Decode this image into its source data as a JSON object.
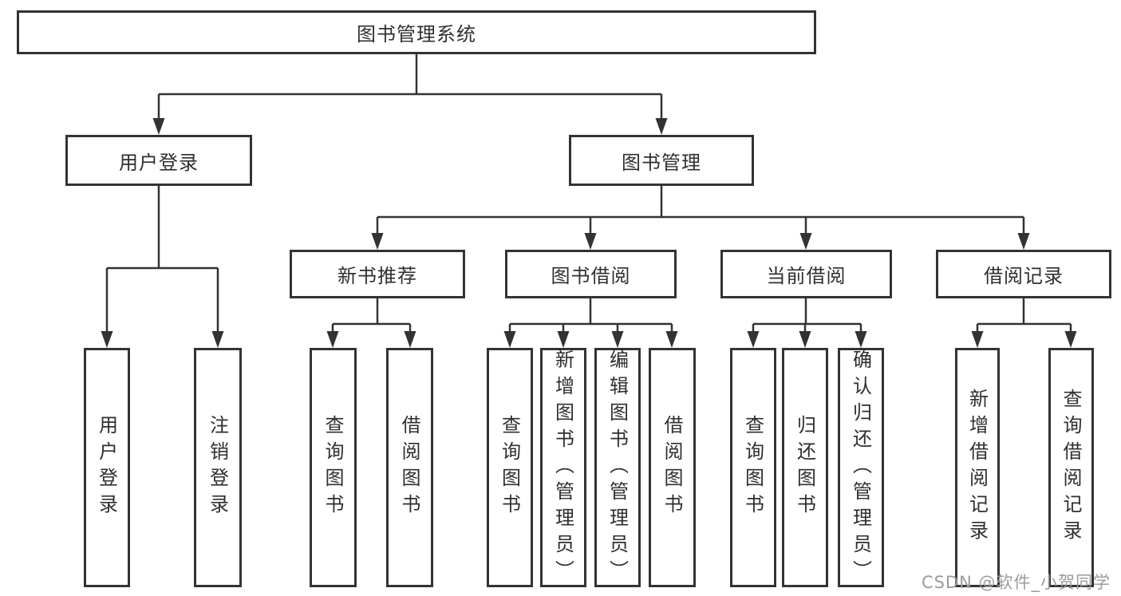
{
  "colors": {
    "line": "#333333",
    "box_border": "#333333",
    "text": "#2f2f2f",
    "watermark_text": "#9b9b9b",
    "background": "#ffffff"
  },
  "nodes": {
    "root": "图书管理系统",
    "user_login": "用户登录",
    "book_mgmt": "图书管理",
    "new_rec": "新书推荐",
    "book_borrow": "图书借阅",
    "cur_borrow": "当前借阅",
    "records": "借阅记录",
    "leaf_user_login": "用户登录",
    "leaf_logout": "注销登录",
    "nr_query": "查询图书",
    "nr_borrow": "借阅图书",
    "bb_query": "查询图书",
    "bb_add": "新增图书（管理员）",
    "bb_edit": "编辑图书（管理员）",
    "bb_borrow": "借阅图书",
    "cb_query": "查询图书",
    "cb_return": "归还图书",
    "cb_confirm": "确认归还（管理员）",
    "br_add": "新增借阅记录",
    "br_query": "查询借阅记录"
  },
  "watermark": "CSDN @软件_小贺同学"
}
